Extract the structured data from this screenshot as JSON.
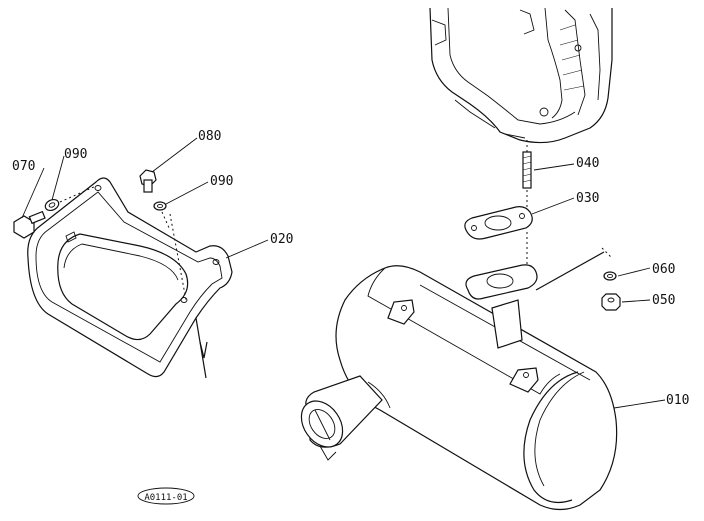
{
  "part_labels": {
    "p010": "010",
    "p020": "020",
    "p030": "030",
    "p040": "040",
    "p050": "050",
    "p060": "060",
    "p070": "070",
    "p080": "080",
    "p090a": "090",
    "p090b": "090"
  },
  "drawing_code": "A0111-01"
}
